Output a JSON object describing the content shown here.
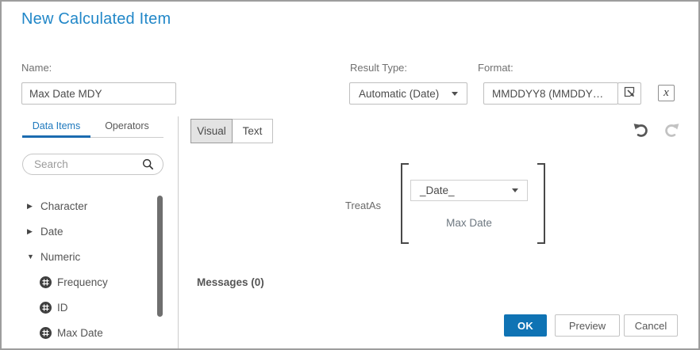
{
  "dialog": {
    "title": "New Calculated Item"
  },
  "form": {
    "name_label": "Name:",
    "name_value": "Max Date MDY",
    "result_type_label": "Result Type:",
    "result_type_value": "Automatic (Date)",
    "format_label": "Format:",
    "format_value": "MMDDYY8 (MMDDY…"
  },
  "left_panel": {
    "tabs": [
      {
        "label": "Data Items",
        "active": true
      },
      {
        "label": "Operators",
        "active": false
      }
    ],
    "search_placeholder": "Search",
    "tree": [
      {
        "label": "Character",
        "kind": "folder",
        "state": "collapsed"
      },
      {
        "label": "Date",
        "kind": "folder",
        "state": "collapsed"
      },
      {
        "label": "Numeric",
        "kind": "folder",
        "state": "expanded"
      },
      {
        "label": "Frequency",
        "kind": "numeric-measure"
      },
      {
        "label": "ID",
        "kind": "numeric-measure"
      },
      {
        "label": "Max Date",
        "kind": "numeric-measure"
      }
    ],
    "arrows": {
      "collapsed": "▶",
      "expanded": "▼"
    }
  },
  "editor": {
    "view_toggle": [
      {
        "label": "Visual",
        "active": true
      },
      {
        "label": "Text",
        "active": false
      }
    ],
    "expression": {
      "operator": "TreatAs",
      "dropdown_value": "_Date_",
      "operand": "Max Date"
    },
    "messages_label": "Messages (0)"
  },
  "footer": {
    "ok_label": "OK",
    "preview_label": "Preview",
    "cancel_label": "Cancel"
  },
  "icons": {
    "format_picker": "format-picker-icon",
    "formula_x": "formula-x-icon",
    "search": "search-icon",
    "undo": "undo-icon",
    "redo": "redo-icon"
  },
  "colors": {
    "title_accent": "#2187c8",
    "tab_active": "#1d78bd",
    "tab_underline": "#1b6cb0",
    "primary_button": "#0f73b4",
    "scrollbar": "#6f6f6f"
  }
}
